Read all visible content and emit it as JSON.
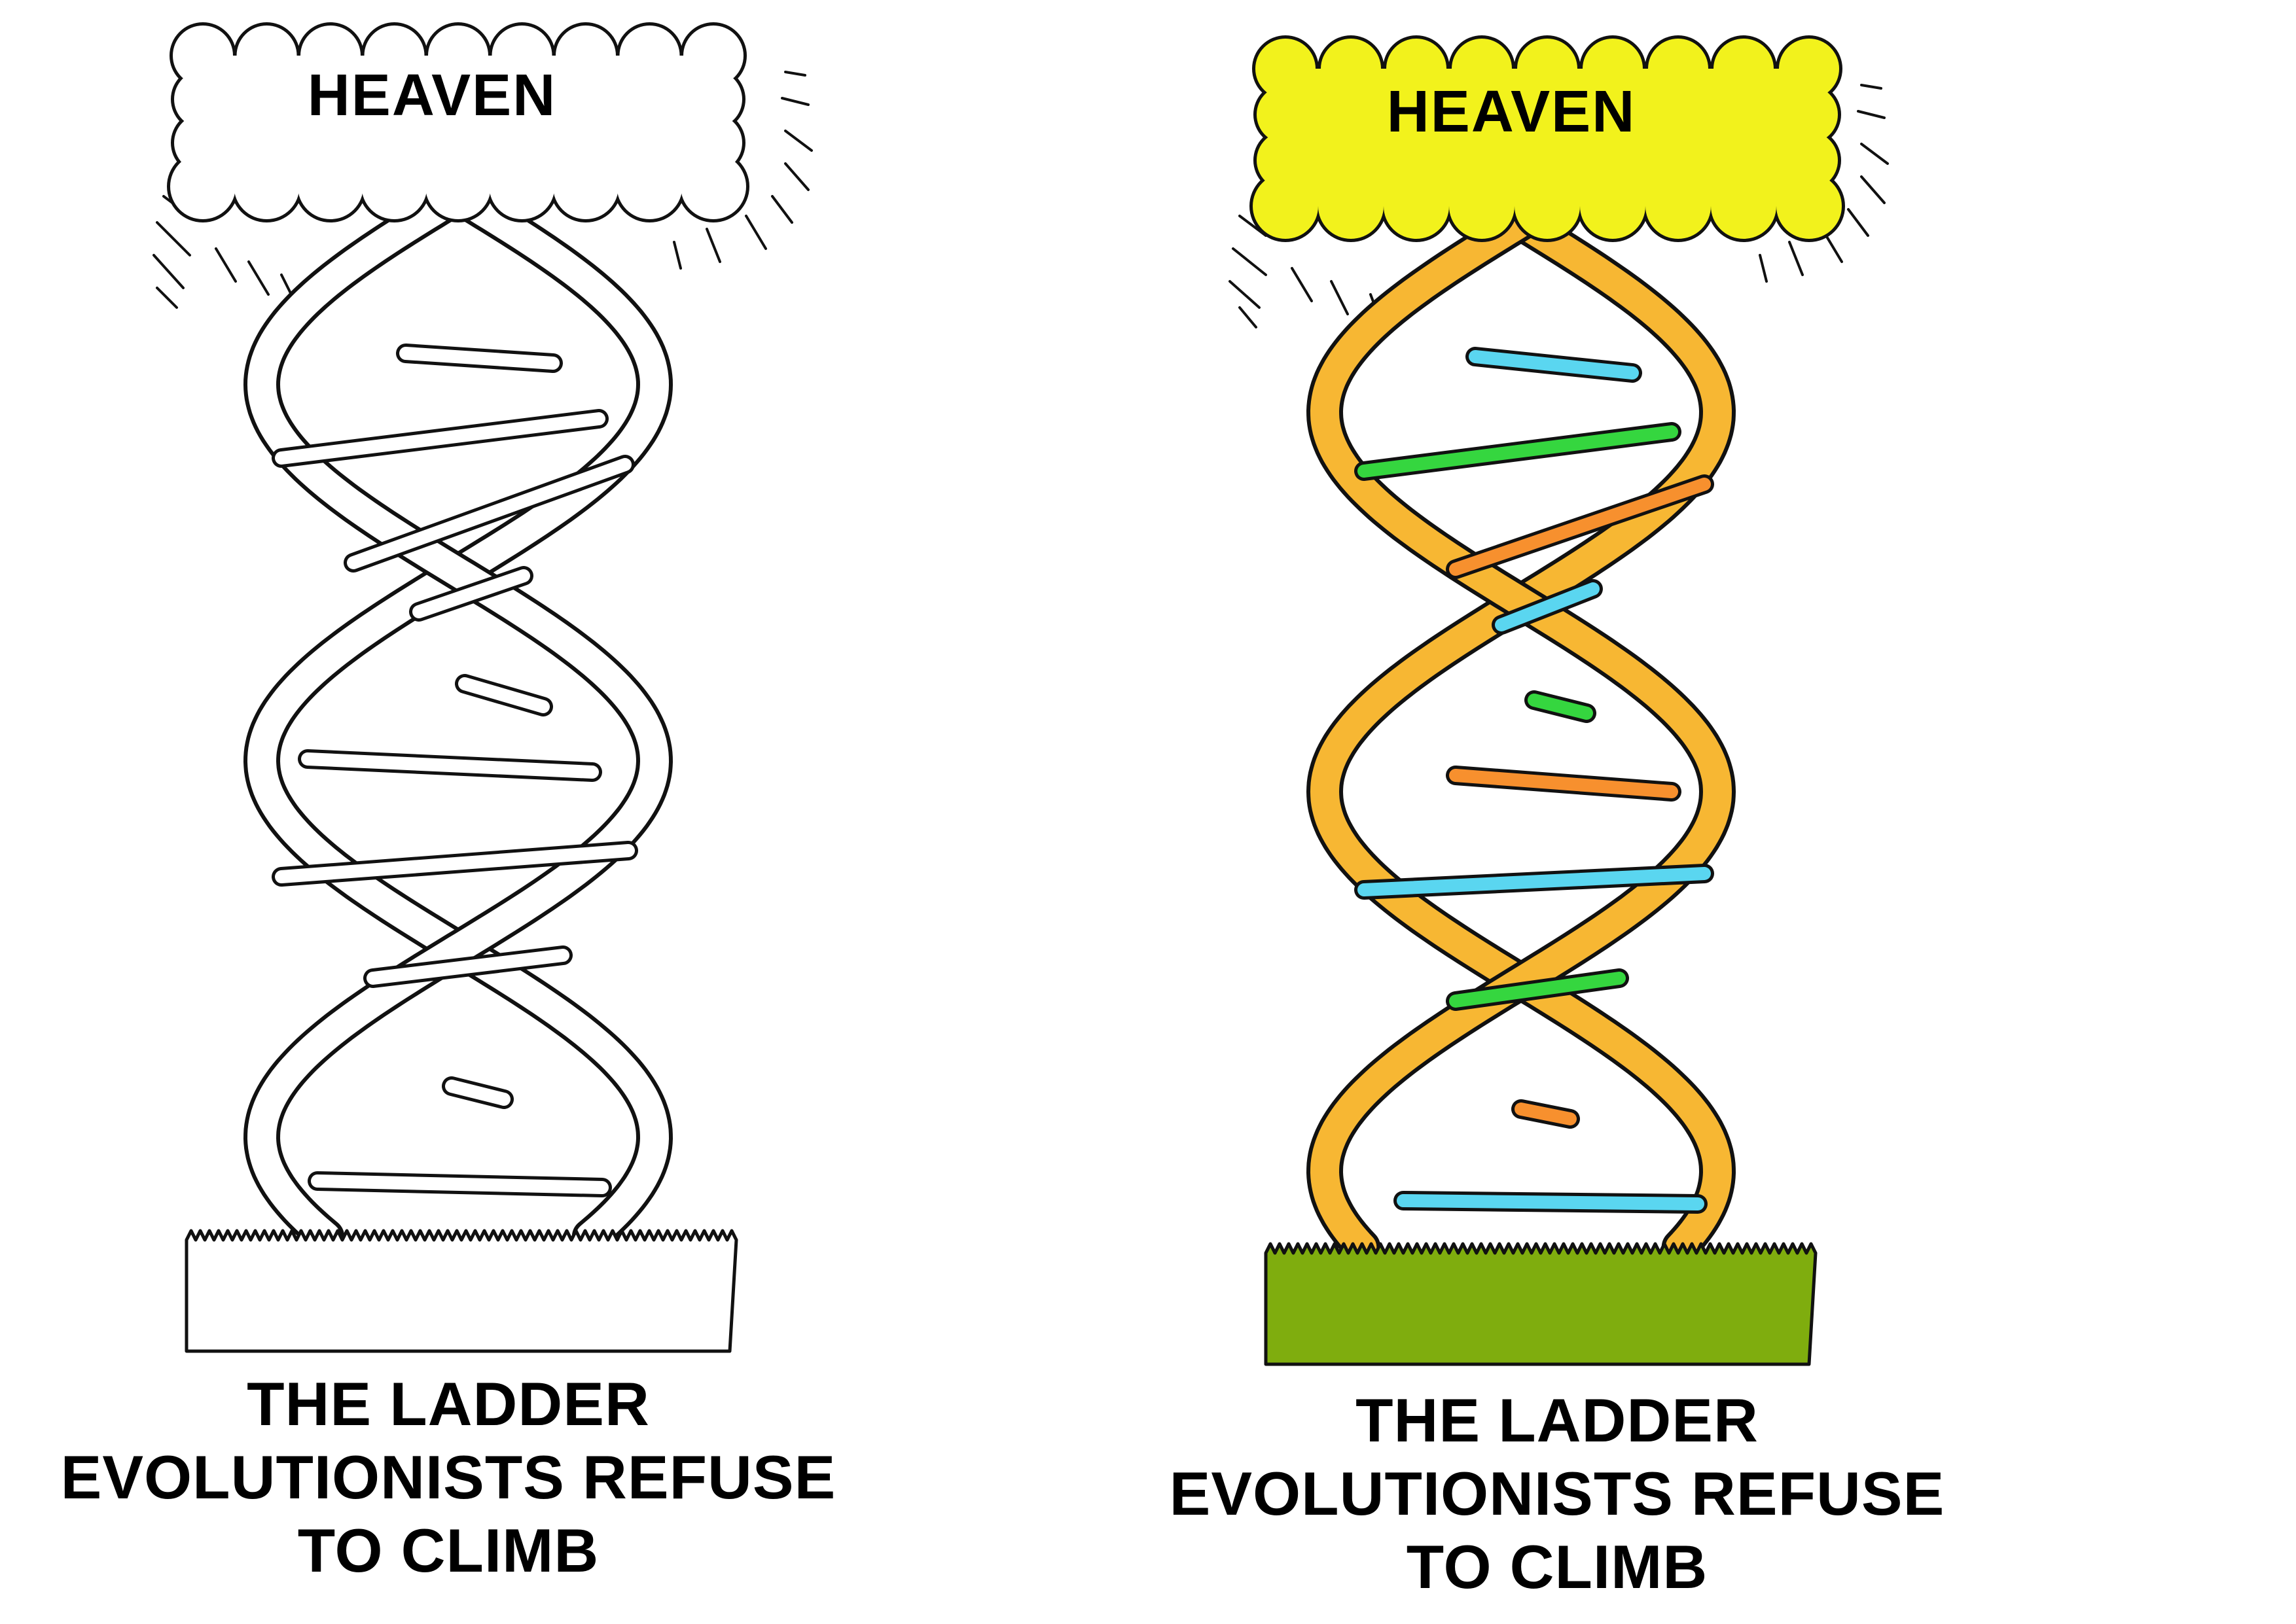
{
  "panels": [
    {
      "variant": "line-art",
      "heaven": "HEAVEN",
      "caption": [
        "THE LADDER",
        "EVOLUTIONISTS REFUSE",
        "TO CLIMB"
      ],
      "colors": {
        "cloud": "#ffffff",
        "strand": "#ffffff",
        "ground": "#ffffff",
        "rungs": [
          "#ffffff",
          "#ffffff",
          "#ffffff",
          "#ffffff",
          "#ffffff",
          "#ffffff",
          "#ffffff",
          "#ffffff",
          "#ffffff",
          "#ffffff",
          "#ffffff"
        ]
      }
    },
    {
      "variant": "colored",
      "heaven": "HEAVEN",
      "caption": [
        "THE LADDER",
        "EVOLUTIONISTS REFUSE",
        "TO CLIMB"
      ],
      "colors": {
        "cloud": "#f2f21c",
        "strand": "#f7b733",
        "ground": "#7fad0e",
        "rungs": [
          "#5ad6f0",
          "#35d63f",
          "#f7902e",
          "#5ad6f0",
          "#35d63f",
          "#f7902e",
          "#5ad6f0",
          "#35d63f",
          "#f7902e",
          "#5ad6f0",
          "#5ad6f0"
        ]
      }
    }
  ]
}
